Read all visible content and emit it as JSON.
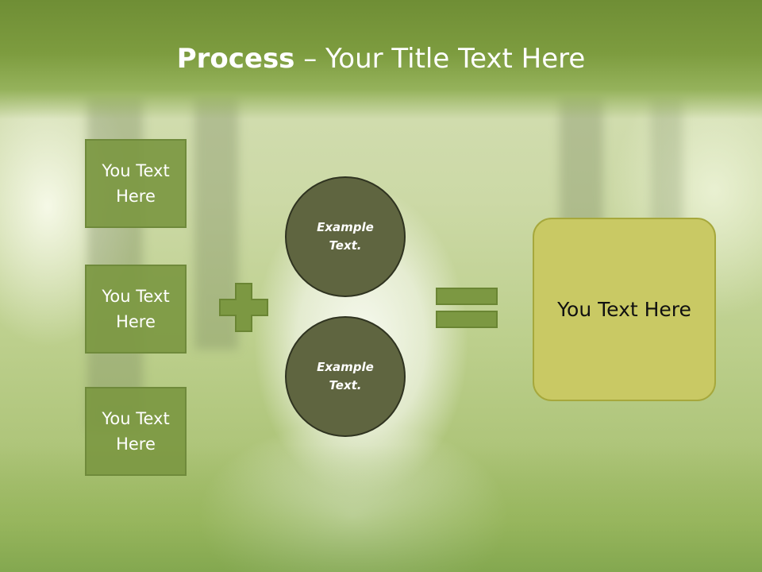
{
  "slide": {
    "title_bold": "Process",
    "title_rest": " – Your Title Text Here",
    "left_boxes": [
      "You Text Here",
      "You Text Here",
      "You Text Here"
    ],
    "circles": [
      "Example Text.",
      "Example Text."
    ],
    "result_text": "You Text Here"
  },
  "colors": {
    "header": "#7d9c3f",
    "box_fill": "#7c9842",
    "circle_fill": "#5f6540",
    "result_fill": "#c9c964"
  },
  "icons": {
    "operator_plus": "plus-icon",
    "operator_equals": "equals-icon"
  }
}
